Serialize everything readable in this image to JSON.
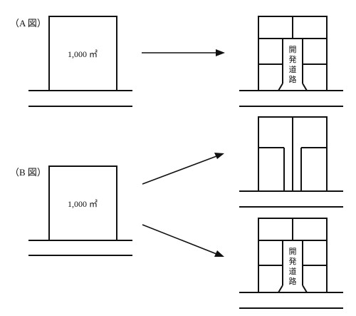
{
  "figure_a": {
    "label": "（A 図）",
    "area": "1,000 ㎡",
    "road_label_chars": [
      "開",
      "発",
      "道",
      "路"
    ]
  },
  "figure_b": {
    "label": "（B 図）",
    "area": "1,000 ㎡",
    "road_label_chars": [
      "開",
      "発",
      "道",
      "路"
    ]
  }
}
